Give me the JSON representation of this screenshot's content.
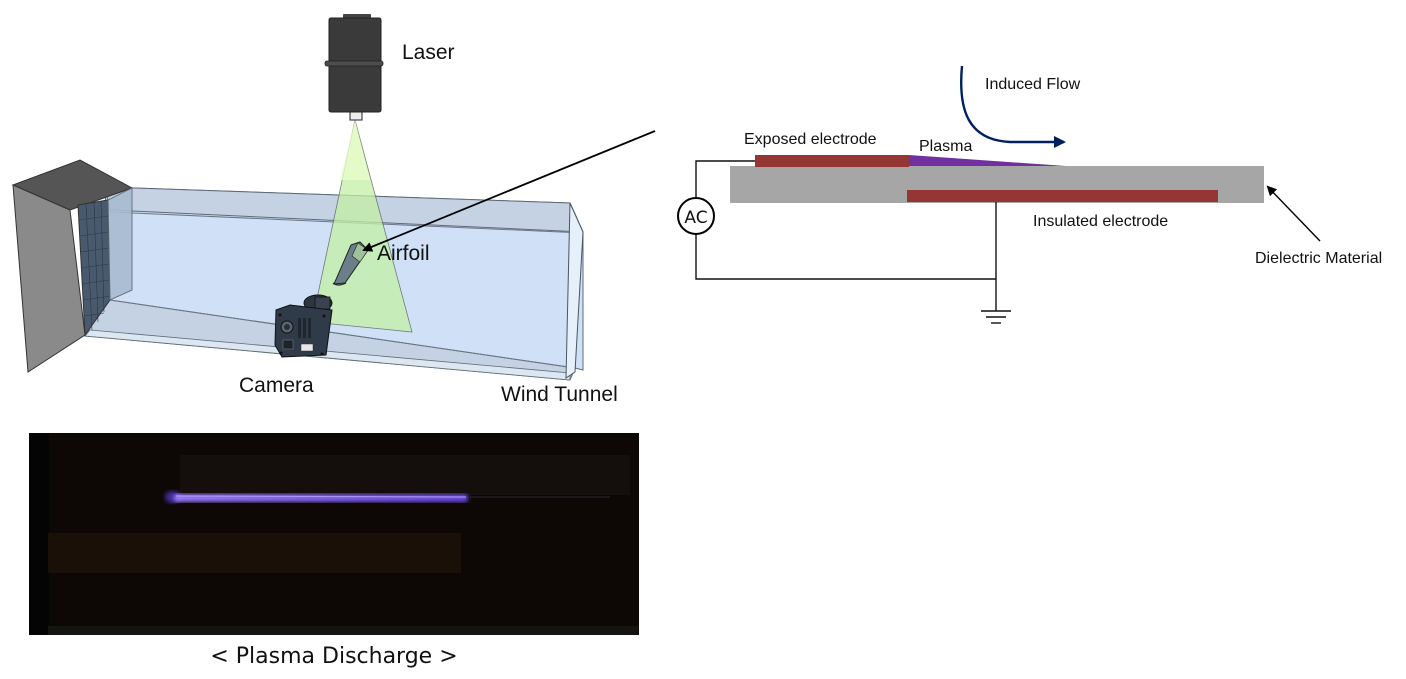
{
  "setup": {
    "labels": {
      "laser": "Laser",
      "airfoil": "Airfoil",
      "camera": "Camera",
      "wind_tunnel": "Wind Tunnel"
    },
    "colors": {
      "laser_body": "#3a3a3a",
      "laser_sheet": "#d9f5b8",
      "tunnel_glass": "#cfe0f7",
      "tunnel_edge": "#8899aa",
      "inlet_dark": "#555555",
      "inlet_side": "#8a8a8a",
      "camera_body": "#2f3b48"
    }
  },
  "actuator": {
    "labels": {
      "induced_flow": "Induced Flow",
      "exposed_electrode": "Exposed electrode",
      "plasma": "Plasma",
      "insulated_electrode": "Insulated electrode",
      "dielectric_material": "Dielectric Material",
      "ac_source": "AC"
    },
    "colors": {
      "electrode": "#943634",
      "dielectric": "#a6a6a6",
      "plasma": "#7030a0",
      "flow_arrow": "#002060",
      "wire": "#111111"
    }
  },
  "photo": {
    "caption": "< Plasma Discharge >",
    "colors": {
      "background": "#0d0806",
      "discharge": "#7b5cff"
    }
  }
}
